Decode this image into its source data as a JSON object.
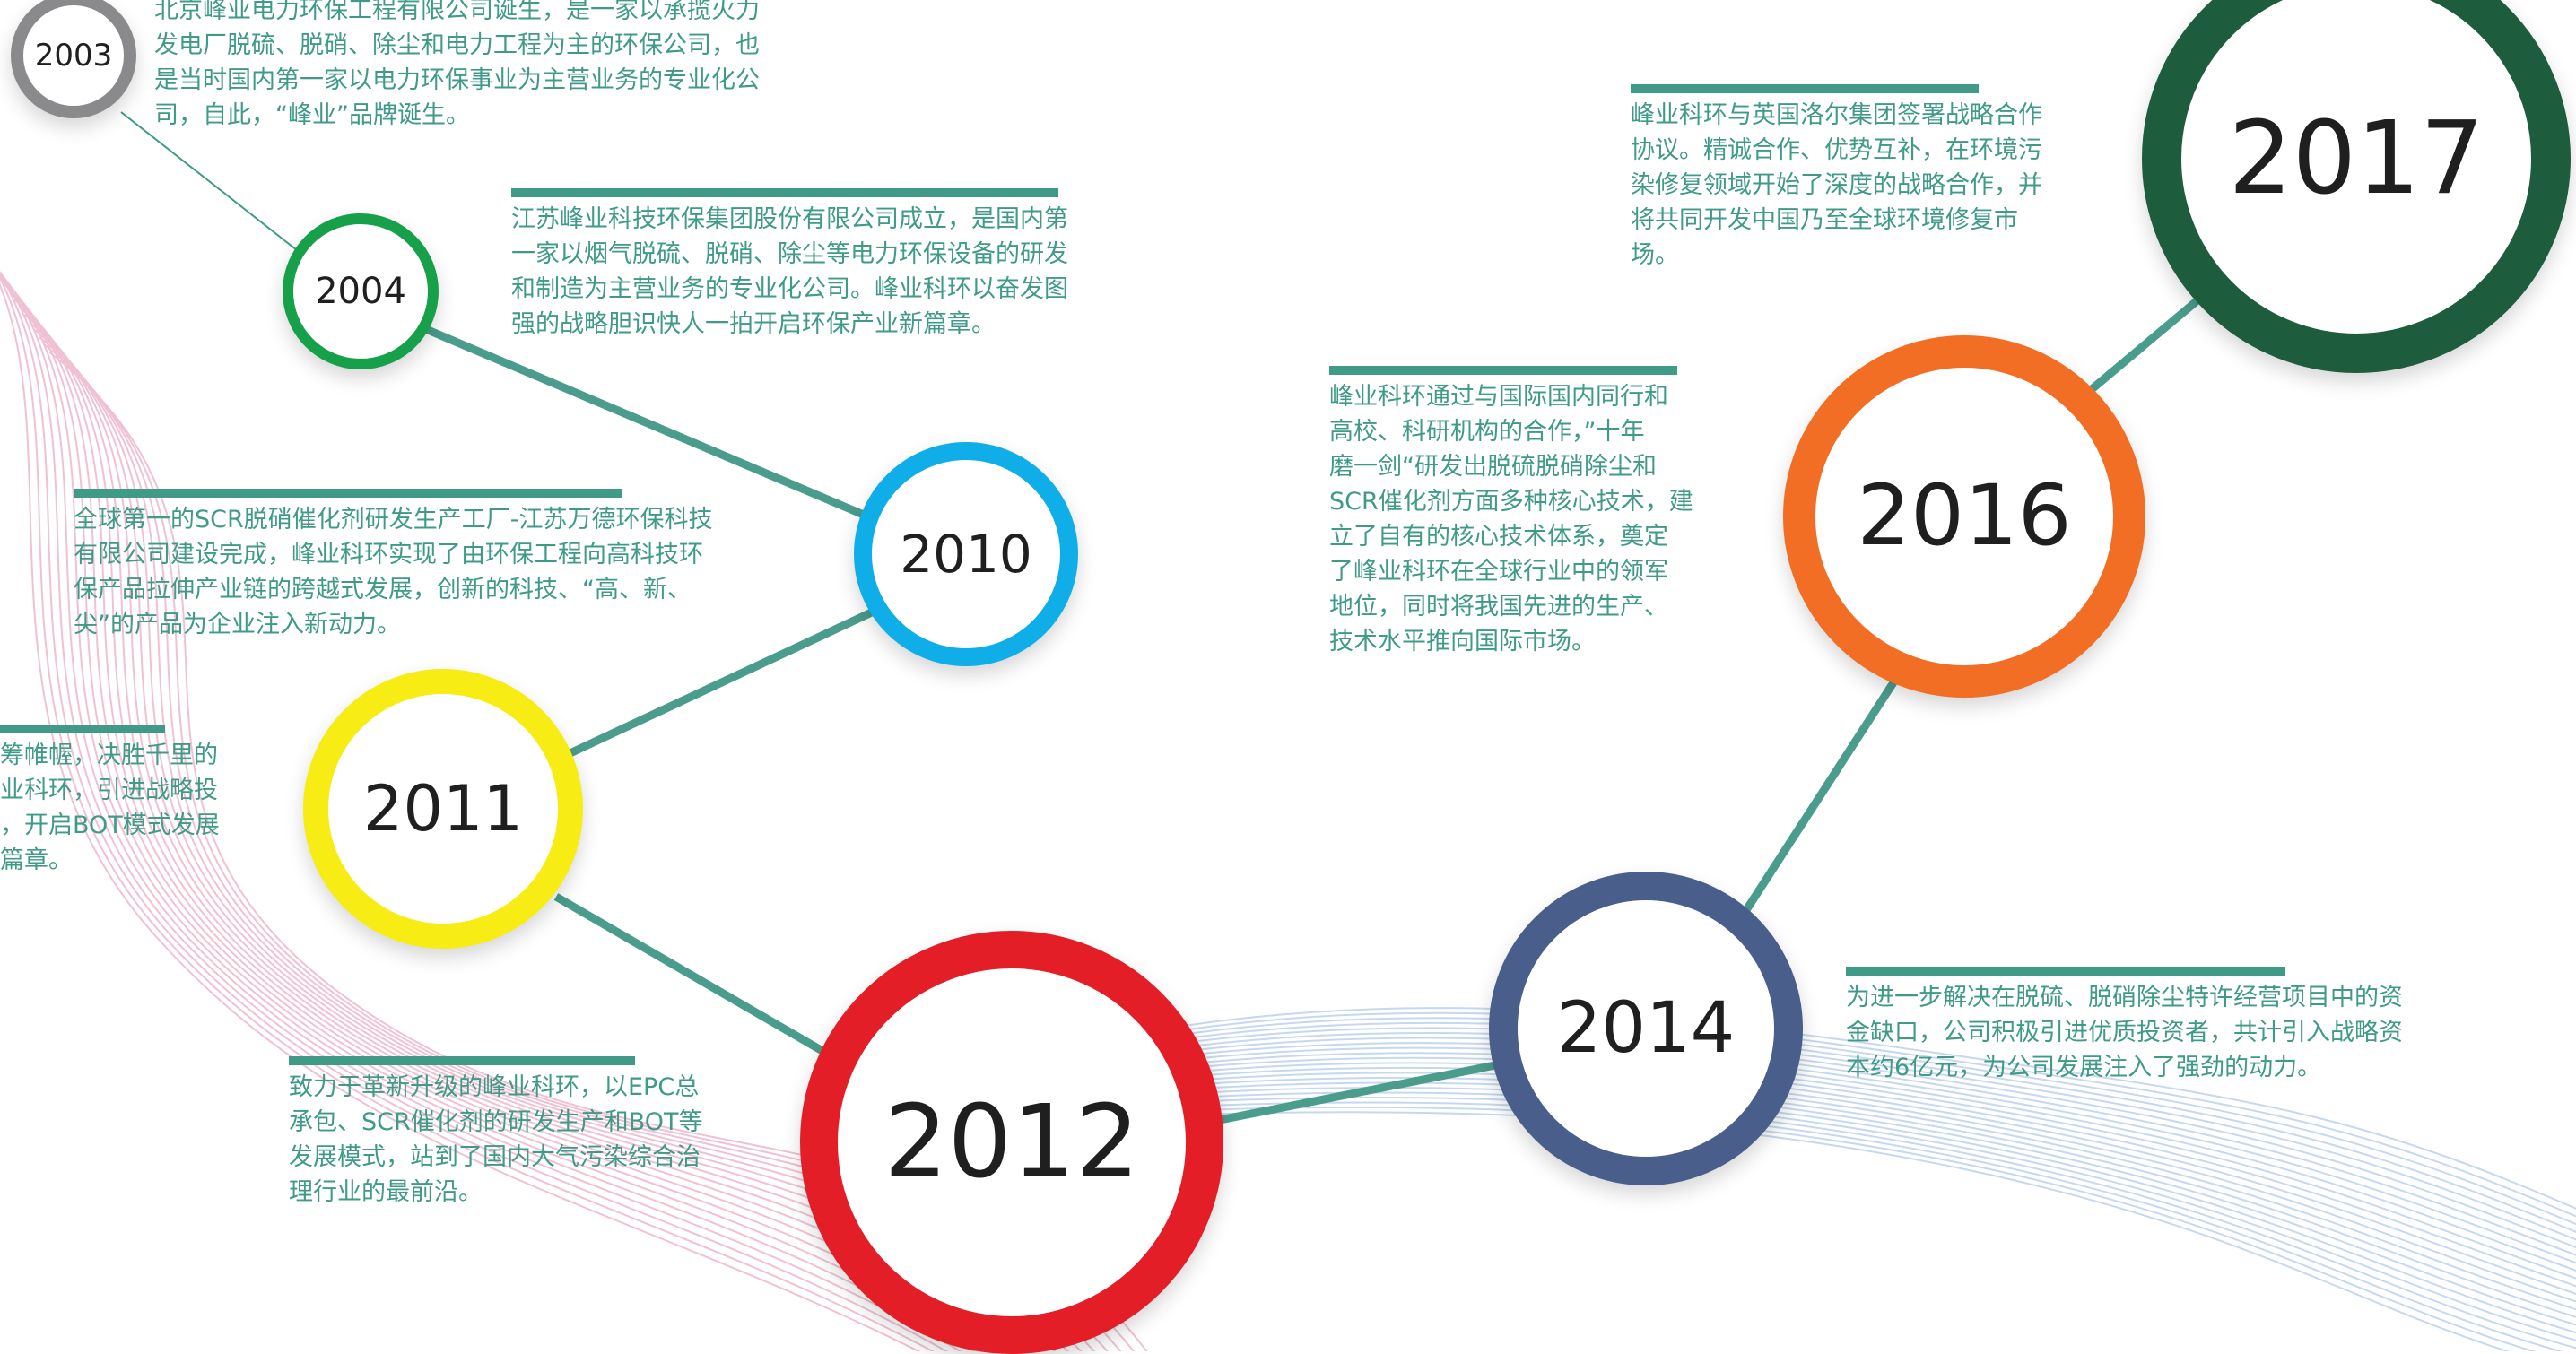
{
  "accent_color": "#3f9a88",
  "milestones": [
    {
      "year": "2003",
      "ring_color": "#8a8a8c",
      "description": "北京峰业电力环保工程有限公司诞生，是一家以承揽火力\n发电厂脱硫、脱硝、除尘和电力工程为主的环保公司，也\n是当时国内第一家以电力环保事业为主营业务的专业化公\n司，自此，“峰业”品牌诞生。"
    },
    {
      "year": "2004",
      "ring_color": "#17a04a",
      "description": "江苏峰业科技环保集团股份有限公司成立，是国内第\n一家以烟气脱硫、脱硝、除尘等电力环保设备的研发\n和制造为主营业务的专业化公司。峰业科环以奋发图\n强的战略胆识快人一拍开启环保产业新篇章。"
    },
    {
      "year": "2010",
      "ring_color": "#10aee8",
      "description": "全球第一的SCR脱硝催化剂研发生产工厂-江苏万德环保科技\n有限公司建设完成，峰业科环实现了由环保工程向高科技环\n保产品拉伸产业链的跨越式发展，创新的科技、“高、新、\n尖”的产品为企业注入新动力。"
    },
    {
      "year": "2011",
      "ring_color": "#f7ec14",
      "description": "筹帷幄，决胜千里的\n业科环，引进战略投\n，开启BOT模式发展\n篇章。"
    },
    {
      "year": "2012",
      "ring_color": "#e31e26",
      "description": "致力于革新升级的峰业科环，以EPC总\n承包、SCR催化剂的研发生产和BOT等\n发展模式，站到了国内大气污染综合治\n理行业的最前沿。"
    },
    {
      "year": "2014",
      "ring_color": "#4a5e8c",
      "description": "为进一步解决在脱硫、脱硝除尘特许经营项目中的资\n金缺口，公司积极引进优质投资者，共计引入战略资\n本约6亿元，为公司发展注入了强劲的动力。"
    },
    {
      "year": "2016",
      "ring_color": "#f26e25",
      "description": "峰业科环通过与国际国内同行和\n高校、科研机构的合作，”十年\n磨一剑“研发出脱硫脱硝除尘和\nSCR催化剂方面多种核心技术，建\n立了自有的核心技术体系，奠定\n了峰业科环在全球行业中的领军\n地位，同时将我国先进的生产、\n技术水平推向国际市场。"
    },
    {
      "year": "2017",
      "ring_color": "#1e5c3e",
      "description": "峰业科环与英国洛尔集团签署战略合作\n协议。精诚合作、优势互补，在环境污\n染修复领域开始了深度的战略合作，并\n将共同开发中国乃至全球环境修复市\n场。"
    }
  ]
}
